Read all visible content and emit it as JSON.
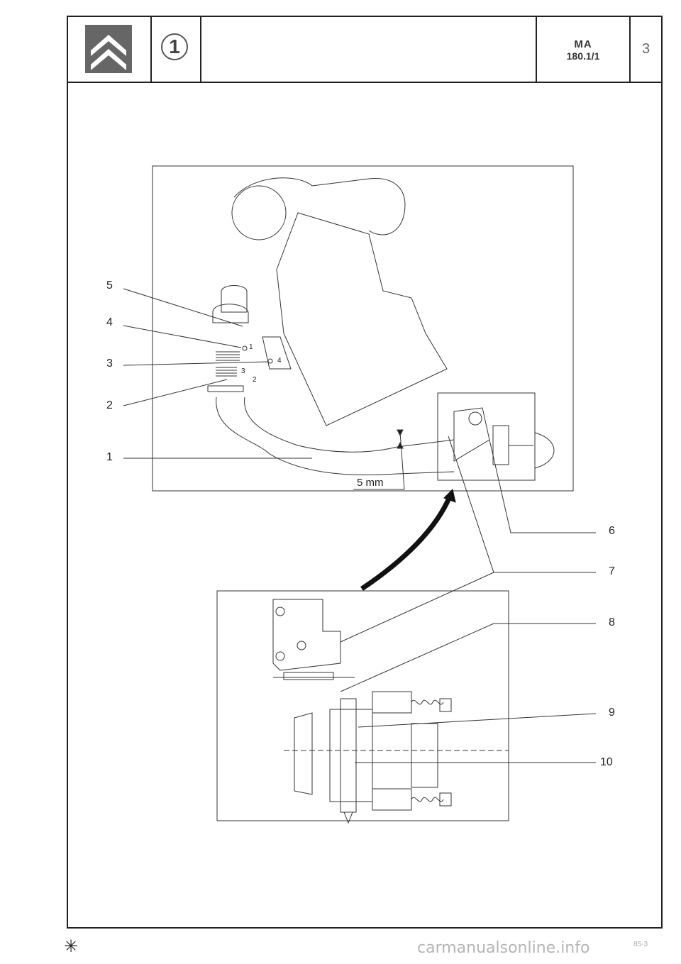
{
  "header": {
    "logo": "citroen-double-chevron-logo",
    "section_number": "1",
    "reference_code": "MA",
    "reference_number": "180.1/1",
    "page_number": "3"
  },
  "top_figure": {
    "callouts": [
      "5",
      "4",
      "3",
      "2",
      "1"
    ],
    "inner_labels": [
      "1",
      "4",
      "3",
      "2"
    ],
    "dimension_label": "5 mm"
  },
  "right_callouts": [
    "6",
    "7",
    "8",
    "9",
    "10"
  ],
  "footer": {
    "symbol": "✳",
    "watermark": "carmanualsonline.info",
    "page_code": "85-3"
  }
}
